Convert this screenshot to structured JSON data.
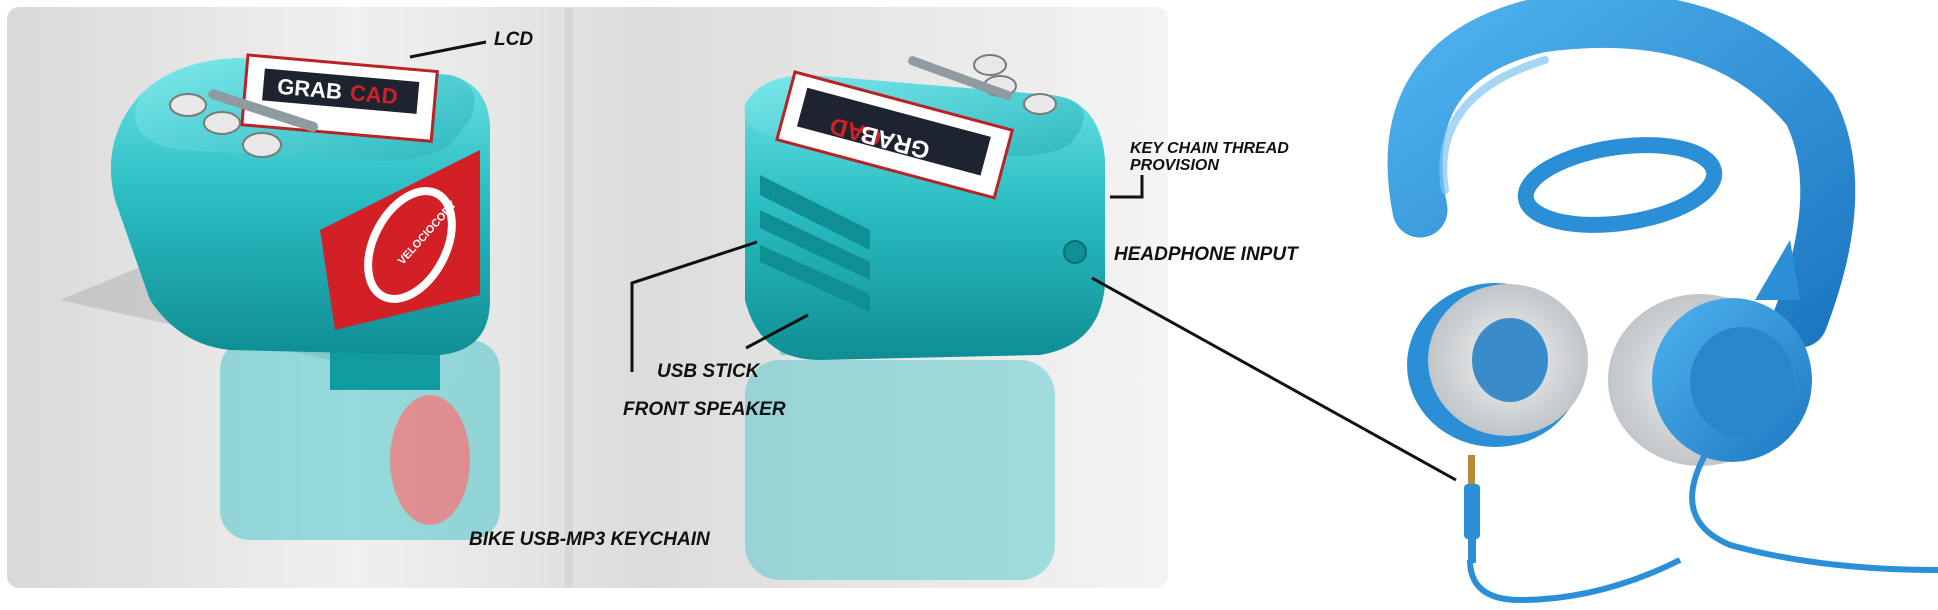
{
  "labels": {
    "lcd": "LCD",
    "keychain_thread": "KEY CHAIN THREAD PROVISION",
    "headphone_input": "HEADPHONE INPUT",
    "usb_stick": "USB STICK",
    "front_speaker": "FRONT SPEAKER",
    "caption": "BIKE USB-MP3 KEYCHAIN"
  },
  "device": {
    "lcd_brand_left": "GRAB",
    "lcd_brand_right": "CAD",
    "side_logo": "VELOCIOCODY"
  },
  "colors": {
    "device_body": "#2bbfc4",
    "device_dark": "#0f8e94",
    "side_panel": "#d32026",
    "headphone": "#2a8fd6",
    "earpad": "#cfd3d6",
    "panel_bg": "#e4e4e4"
  }
}
